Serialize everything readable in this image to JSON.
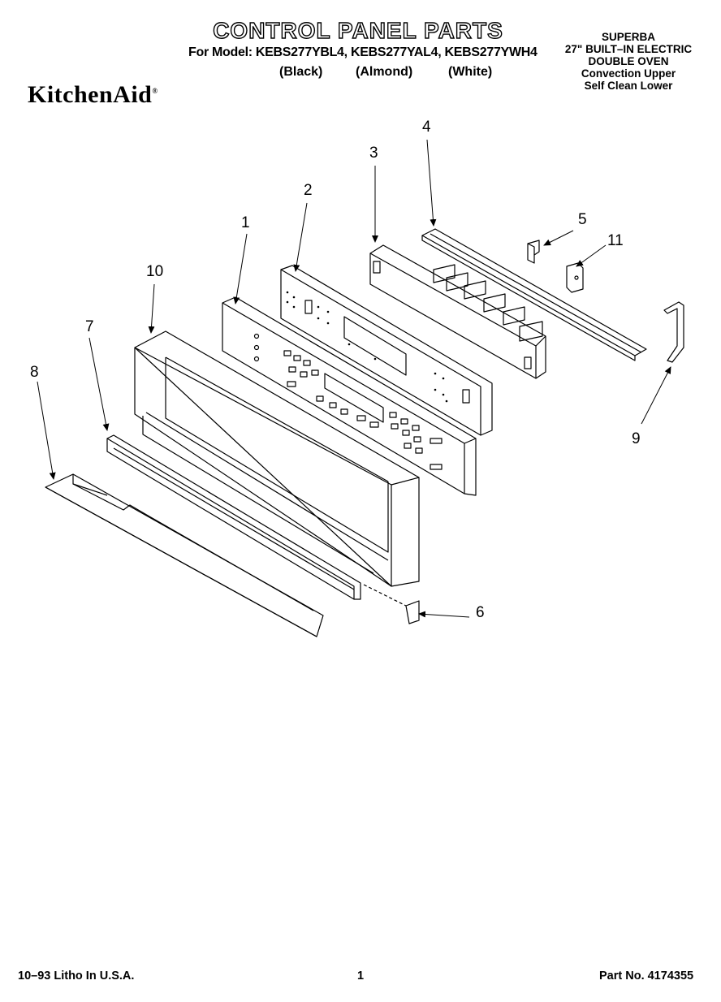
{
  "header": {
    "title": "CONTROL PANEL PARTS",
    "models_line": "For Model: KEBS277YBL4, KEBS277YAL4, KEBS277YWH4",
    "colors": [
      "(Black)",
      "(Almond)",
      "(White)"
    ],
    "logo": "KitchenAid",
    "logo_mark": "®"
  },
  "product_info": [
    "SUPERBA",
    "27\" BUILT–IN ELECTRIC",
    "DOUBLE OVEN",
    "Convection Upper",
    "Self Clean Lower"
  ],
  "callouts": [
    "1",
    "2",
    "3",
    "4",
    "5",
    "6",
    "7",
    "8",
    "9",
    "10",
    "11"
  ],
  "footer": {
    "left": "10–93 Litho In U.S.A.",
    "page": "1",
    "part_no": "Part No. 4174355"
  }
}
